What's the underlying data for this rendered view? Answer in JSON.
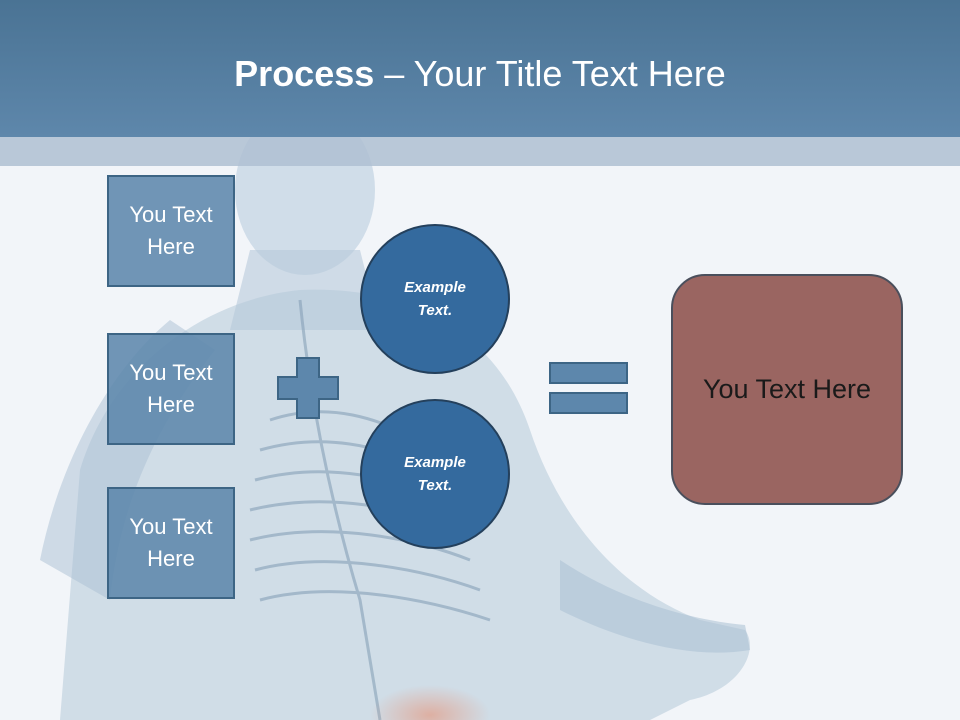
{
  "title": {
    "bold": "Process",
    "rest": " – Your Title Text Here"
  },
  "boxes": [
    {
      "label": "You Text Here"
    },
    {
      "label": "You Text Here"
    },
    {
      "label": "You Text Here"
    }
  ],
  "circles": [
    {
      "label": "Example Text."
    },
    {
      "label": "Example Text."
    }
  ],
  "result": {
    "label": "You Text Here"
  },
  "colors": {
    "header": "#5a83a7",
    "box_fill": "#5d87ac",
    "circle_fill": "#346a9e",
    "result_fill": "#9a6561"
  }
}
